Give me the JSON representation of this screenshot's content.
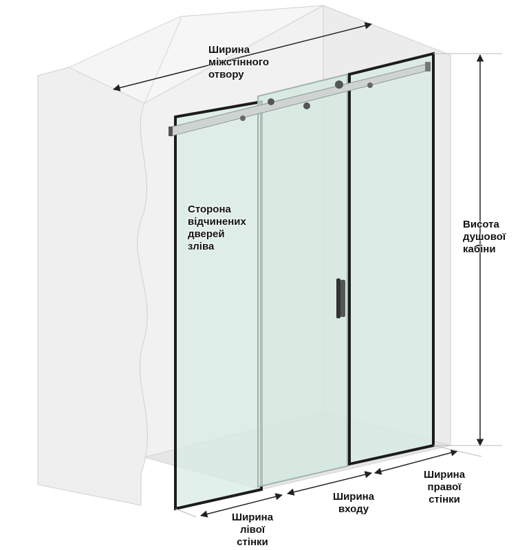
{
  "colors": {
    "wall": "#ededed",
    "wall_shade": "#e2e2e2",
    "glass": "#d8ebe4",
    "frame": "#1c1c1c",
    "rail": "#cfd3d2",
    "line": "#333333"
  },
  "labels": {
    "opening_width": [
      "Ширина",
      "міжстінного",
      "отвору"
    ],
    "left_door_side": [
      "Сторона",
      "відчинених",
      "дверей",
      "зліва"
    ],
    "cabin_height": [
      "Висота",
      "душової",
      "кабіни"
    ],
    "right_wall_width": [
      "Ширина",
      "правої",
      "стінки"
    ],
    "entrance_width": [
      "Ширина",
      "входу"
    ],
    "left_wall_width": [
      "Ширина",
      "лівої",
      "стінки"
    ]
  },
  "icons": {
    "dimension_arrow": "arrow-both-ends-icon",
    "door_handle": "door-handle-icon",
    "roller": "roller-wheel-icon"
  }
}
